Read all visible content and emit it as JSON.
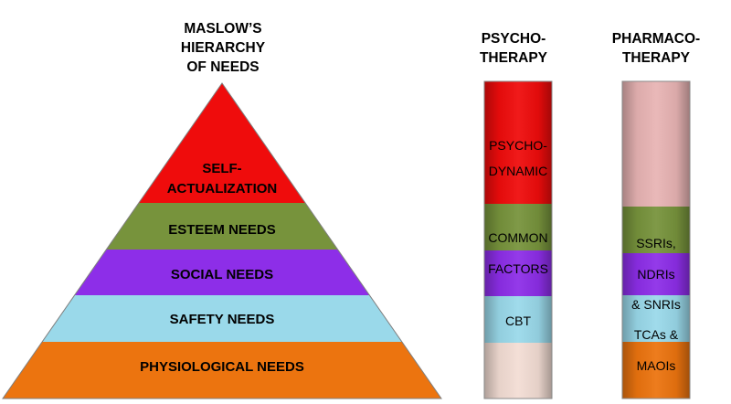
{
  "pyramid": {
    "title_lines": [
      "MASLOW’S",
      "HIERARCHY",
      "OF NEEDS"
    ],
    "levels": [
      {
        "lines": [
          "SELF-",
          "ACTUALIZATION"
        ],
        "color": "#ef0c0c"
      },
      {
        "lines": [
          "ESTEEM NEEDS"
        ],
        "color": "#77933c"
      },
      {
        "lines": [
          "SOCIAL NEEDS"
        ],
        "color": "#8d2ee8"
      },
      {
        "lines": [
          "SAFETY NEEDS"
        ],
        "color": "#9ad9ea"
      },
      {
        "lines": [
          "PHYSIOLOGICAL NEEDS"
        ],
        "color": "#ec740f"
      }
    ]
  },
  "psychotherapy": {
    "title_lines": [
      "PSYCHO-",
      "THERAPY"
    ],
    "labels": [
      "PSYCHO-",
      "DYNAMIC",
      "COMMON",
      "FACTORS",
      "CBT"
    ],
    "segment_colors": [
      "#ef0c0c",
      "#77933c",
      "#8d2ee8",
      "#9ad9ea",
      "#f3ddd4"
    ]
  },
  "pharmacotherapy": {
    "title_lines": [
      "PHARMACO-",
      "THERAPY"
    ],
    "labels": [
      "SSRIs,",
      "NDRIs",
      "& SNRIs",
      "TCAs &",
      "MAOIs"
    ],
    "segment_colors": [
      "#e8b4b4",
      "#77933c",
      "#8d2ee8",
      "#9ad9ea",
      "#ec740f"
    ]
  }
}
